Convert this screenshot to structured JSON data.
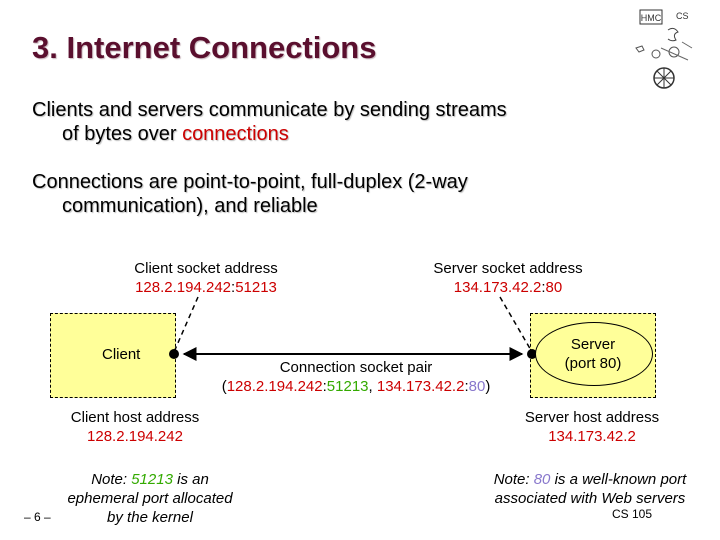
{
  "slide": {
    "title": "3. Internet Connections",
    "bullet1": {
      "line1": "Clients and servers communicate by sending streams",
      "line2_pre": "of bytes over ",
      "line2_emph": "connections"
    },
    "bullet2": {
      "line1": "Connections are point-to-point, full-duplex (2-way",
      "line2": "communication), and reliable"
    }
  },
  "diagram": {
    "client_sock_label": "Client socket address",
    "client_sock_ip": "128.2.194.242",
    "client_sock_sep": ":",
    "client_sock_port": "51213",
    "server_sock_label": "Server socket address",
    "server_sock_ip": "134.173.42.2",
    "server_sock_sep": ":",
    "server_sock_port": "80",
    "client_label": "Client",
    "server_label1": "Server",
    "server_label2": "(port 80)",
    "pair_label": "Connection socket pair",
    "pair_open": "(",
    "pair_ip1": "128.2.194.242",
    "pair_sep1": ":",
    "pair_port1": "51213",
    "pair_comma": ", ",
    "pair_ip2": "134.173.42.2",
    "pair_sep2": ":",
    "pair_port2": "80",
    "pair_close": ")",
    "client_host_label": "Client host address",
    "client_host_ip": "128.2.194.242",
    "server_host_label": "Server host address",
    "server_host_ip": "134.173.42.2",
    "note_left": {
      "pre": "Note: ",
      "port": "51213",
      "post": " is an",
      "line2": "ephemeral port allocated",
      "line3": "by the kernel"
    },
    "note_right": {
      "pre": "Note: ",
      "port": "80",
      "post": " is a well-known port",
      "line2": "associated with Web servers"
    }
  },
  "footer": {
    "page": "– 6 –",
    "course": "CS 105"
  },
  "logo": {
    "text": "HMC CS"
  },
  "colors": {
    "title": "#5a0f2e",
    "emphasis": "#cc0000",
    "port_client": "#33aa00",
    "port_server": "#8877cc",
    "box_fill": "#ffff99",
    "link": "#000000"
  }
}
